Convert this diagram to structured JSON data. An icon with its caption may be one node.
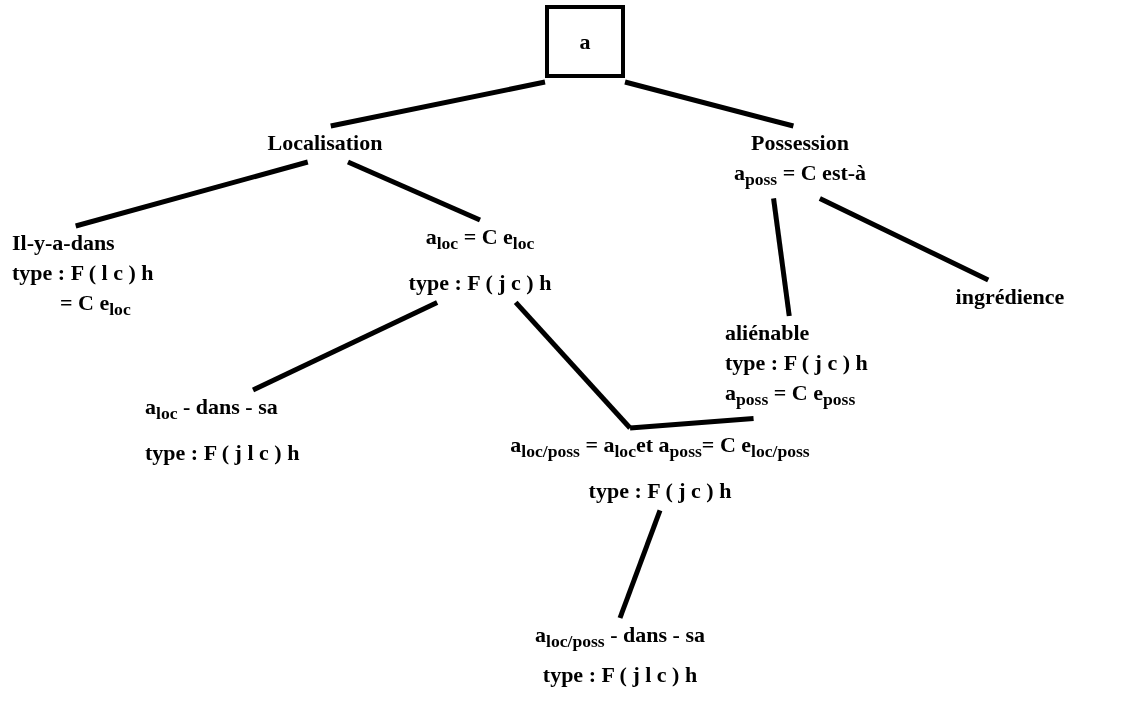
{
  "diagram": {
    "nodes": [
      {
        "text": [
          "a"
        ]
      },
      {
        "text": [
          "Localisation"
        ]
      },
      {
        "text": [
          "Possession",
          "a$_{poss}$ = C est-à"
        ]
      },
      {
        "text": [
          "Il-y-a-dans",
          "type : F ( l c ) h",
          "= C e$_{loc}$"
        ]
      },
      {
        "text": [
          "a$_{loc}$ = C e$_{loc}$",
          "type : F ( j c ) h"
        ]
      },
      {
        "text": [
          "aliénable",
          "type : F ( j c ) h",
          "a$_{poss}$ = C e$_{poss}$"
        ]
      },
      {
        "text": [
          "ingrédience"
        ]
      },
      {
        "text": [
          "a$_{loc}$ - dans - sa",
          "type : F ( j l c ) h"
        ]
      },
      {
        "text": [
          "a$_{loc/poss}$ = a$_{loc}$et a$_{poss}$= C e$_{loc/poss}$",
          "type : F ( j c ) h"
        ]
      },
      {
        "text": [
          "a$_{loc/poss}$ - dans - sa",
          "type : F ( j l c ) h"
        ]
      }
    ],
    "edges": [
      {
        "from": 0,
        "to": 1,
        "arrow": "none"
      },
      {
        "from": 0,
        "to": 2,
        "arrow": "none"
      },
      {
        "from": 1,
        "to": 3,
        "arrow": "none"
      },
      {
        "from": 1,
        "to": 4,
        "arrow": "none"
      },
      {
        "from": 2,
        "to": 5,
        "arrow": "none"
      },
      {
        "from": 2,
        "to": 6,
        "arrow": "none"
      },
      {
        "from": 4,
        "to": 7,
        "arrow": "none"
      },
      {
        "from": 4,
        "to": 8,
        "arrow": "none"
      },
      {
        "from": 5,
        "to": 8,
        "arrow": "none"
      },
      {
        "from": 8,
        "to": 9,
        "arrow": "none"
      }
    ]
  }
}
